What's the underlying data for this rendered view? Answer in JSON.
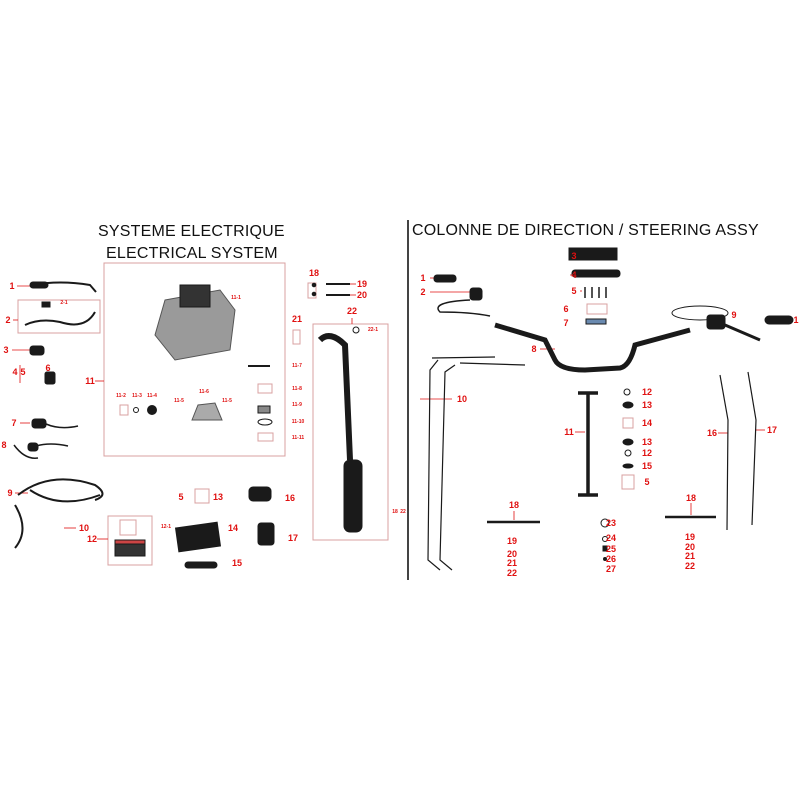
{
  "left_title": {
    "line1": "SYSTEME ELECTRIQUE",
    "line2": "ELECTRICAL SYSTEM"
  },
  "right_title": "COLONNE DE DIRECTION / STEERING ASSY",
  "colors": {
    "callout": "#e01010",
    "box": "#d8a0a0",
    "part": "#151515"
  },
  "electrical_labels": [
    "1",
    "2",
    "2-1",
    "3",
    "4",
    "5",
    "6",
    "7",
    "8",
    "9",
    "10",
    "11",
    "11-1",
    "11-2",
    "11-3",
    "11-4",
    "11-5",
    "11-6",
    "11-5",
    "11-7",
    "11-8",
    "11-9",
    "11-10",
    "11-11",
    "12",
    "12-1",
    "5",
    "13",
    "14",
    "15",
    "16",
    "17",
    "18",
    "19",
    "20",
    "21",
    "22",
    "22-1",
    "18",
    "22"
  ],
  "steering_labels": [
    "1",
    "2",
    "3",
    "4",
    "5",
    "6",
    "7",
    "8",
    "9",
    "1",
    "10",
    "11",
    "12",
    "13",
    "14",
    "13",
    "12",
    "15",
    "5",
    "16",
    "17",
    "18",
    "19",
    "20",
    "21",
    "22",
    "18",
    "19",
    "20",
    "21",
    "22",
    "23",
    "24",
    "25",
    "26",
    "27"
  ]
}
